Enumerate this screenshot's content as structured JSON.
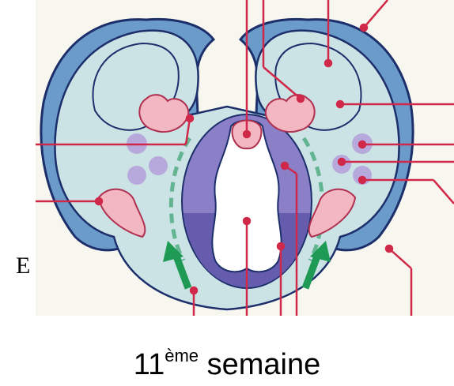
{
  "panel_letter": "E",
  "caption": {
    "number": "11",
    "superscript": "ème",
    "word": "semaine"
  },
  "colors": {
    "background_panel": "#f7f7ef",
    "mesenchyme": "#cce3e6",
    "outer_blue": "#6a9bc9",
    "outline_navy": "#1d2f6b",
    "neural_purple": "#8b7fc8",
    "neural_dark": "#655cae",
    "pink_fill": "#f2b7c0",
    "pink_outline": "#b03050",
    "leader_lines": "#d02848",
    "arrow_green": "#1f9a55",
    "dashed_green": "#62b590",
    "nucleus_purple": "#b8a9dc"
  },
  "icons": [
    "green-arrow-left-icon",
    "green-arrow-right-icon"
  ]
}
